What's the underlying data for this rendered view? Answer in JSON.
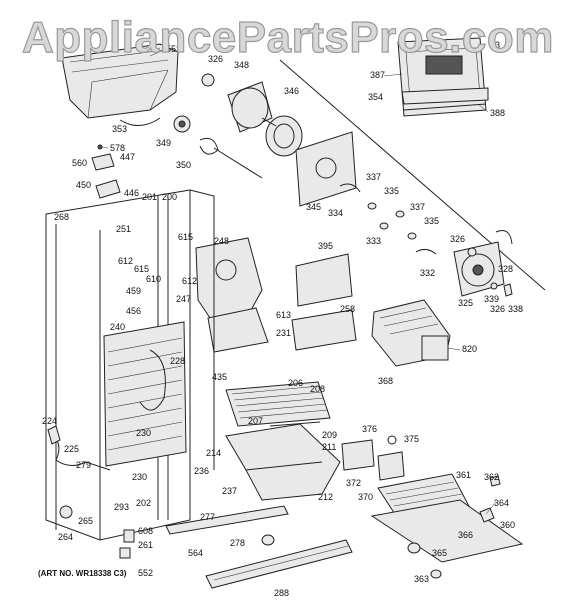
{
  "watermark": "AppliancePartsPros.com",
  "art_number": "(ART NO. WR18338 C3)",
  "labels": {
    "l552a": "552",
    "l326a": "326",
    "l348": "348",
    "l346": "346",
    "l387": "387",
    "l354": "354",
    "l388": "388",
    "l353": "353",
    "l578": "578",
    "l447": "447",
    "l560": "560",
    "l349": "349",
    "l350": "350",
    "l450": "450",
    "l446": "446",
    "l201": "201",
    "l200": "200",
    "l268": "268",
    "l251": "251",
    "l615a": "615",
    "l248": "248",
    "l612a": "612",
    "l615b": "615",
    "l610": "610",
    "l612b": "612",
    "l345": "345",
    "l334": "334",
    "l337a": "337",
    "l335a": "335",
    "l337b": "337",
    "l333": "333",
    "l335b": "335",
    "l326b": "326",
    "l332": "332",
    "l328": "328",
    "l395": "395",
    "l247": "247",
    "l459": "459",
    "l456": "456",
    "l240": "240",
    "l228": "228",
    "l613": "613",
    "l231": "231",
    "l258": "258",
    "l325": "325",
    "l326c": "326",
    "l339": "339",
    "l338": "338",
    "l820": "820",
    "l435": "435",
    "l368": "368",
    "l206": "206",
    "l208": "208",
    "l207": "207",
    "l209": "209",
    "l211": "211",
    "l376": "376",
    "l375": "375",
    "l224": "224",
    "l225": "225",
    "l230a": "230",
    "l214": "214",
    "l236": "236",
    "l279": "279",
    "l230b": "230",
    "l237": "237",
    "l372": "372",
    "l361": "361",
    "l362": "362",
    "l202": "202",
    "l293": "293",
    "l212": "212",
    "l370": "370",
    "l364": "364",
    "l265": "265",
    "l277": "277",
    "l264": "264",
    "l608": "608",
    "l261": "261",
    "l278": "278",
    "l366": "366",
    "l360": "360",
    "l564": "564",
    "l365": "365",
    "l552b": "552",
    "l288": "288",
    "l363": "363",
    "l23": "23"
  }
}
